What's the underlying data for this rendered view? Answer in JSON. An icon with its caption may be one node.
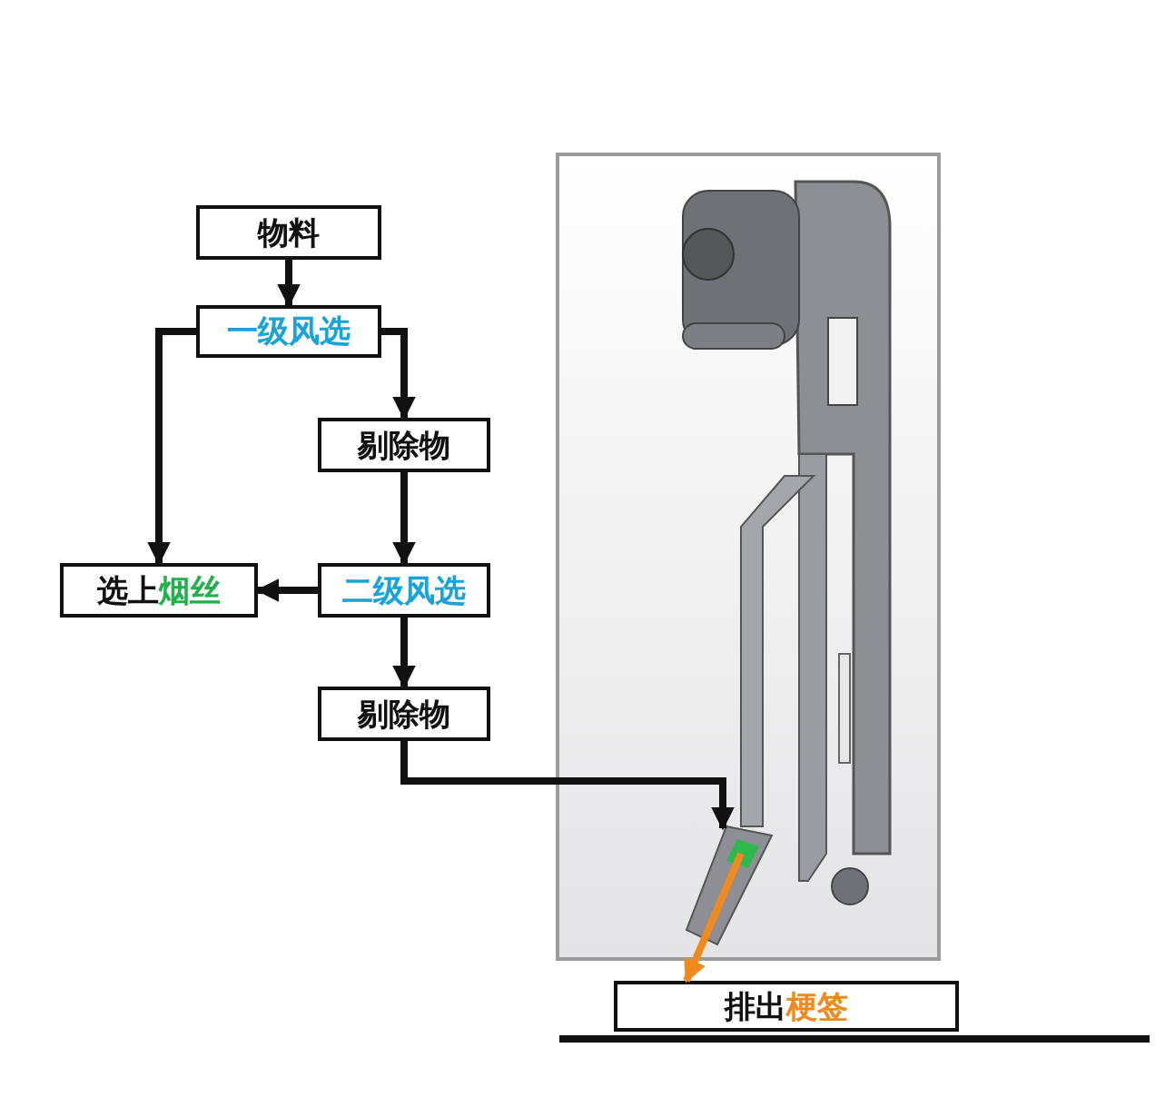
{
  "diagram": {
    "nodes": [
      {
        "text": [
          "物料"
        ]
      },
      {
        "text": [
          "一级风选"
        ]
      },
      {
        "text": [
          "剔除物"
        ]
      },
      {
        "text": [
          "选上烟丝"
        ]
      },
      {
        "text": [
          "二级风选"
        ]
      },
      {
        "text": [
          "剔除物"
        ]
      },
      {
        "text": [],
        "shape": "picture"
      },
      {
        "text": [
          "排出梗签"
        ]
      }
    ],
    "edges": [
      {
        "from": 0,
        "to": 1,
        "arrow": "to"
      },
      {
        "from": 1,
        "to": 2,
        "arrow": "to"
      },
      {
        "from": 1,
        "to": 3,
        "arrow": "to"
      },
      {
        "from": 2,
        "to": 4,
        "arrow": "to"
      },
      {
        "from": 4,
        "to": 3,
        "arrow": "to"
      },
      {
        "from": 4,
        "to": 5,
        "arrow": "to"
      },
      {
        "from": 5,
        "to": 6,
        "arrow": "to"
      },
      {
        "from": 6,
        "to": 7,
        "arrow": "to",
        "color": "#f08a1e"
      }
    ]
  }
}
